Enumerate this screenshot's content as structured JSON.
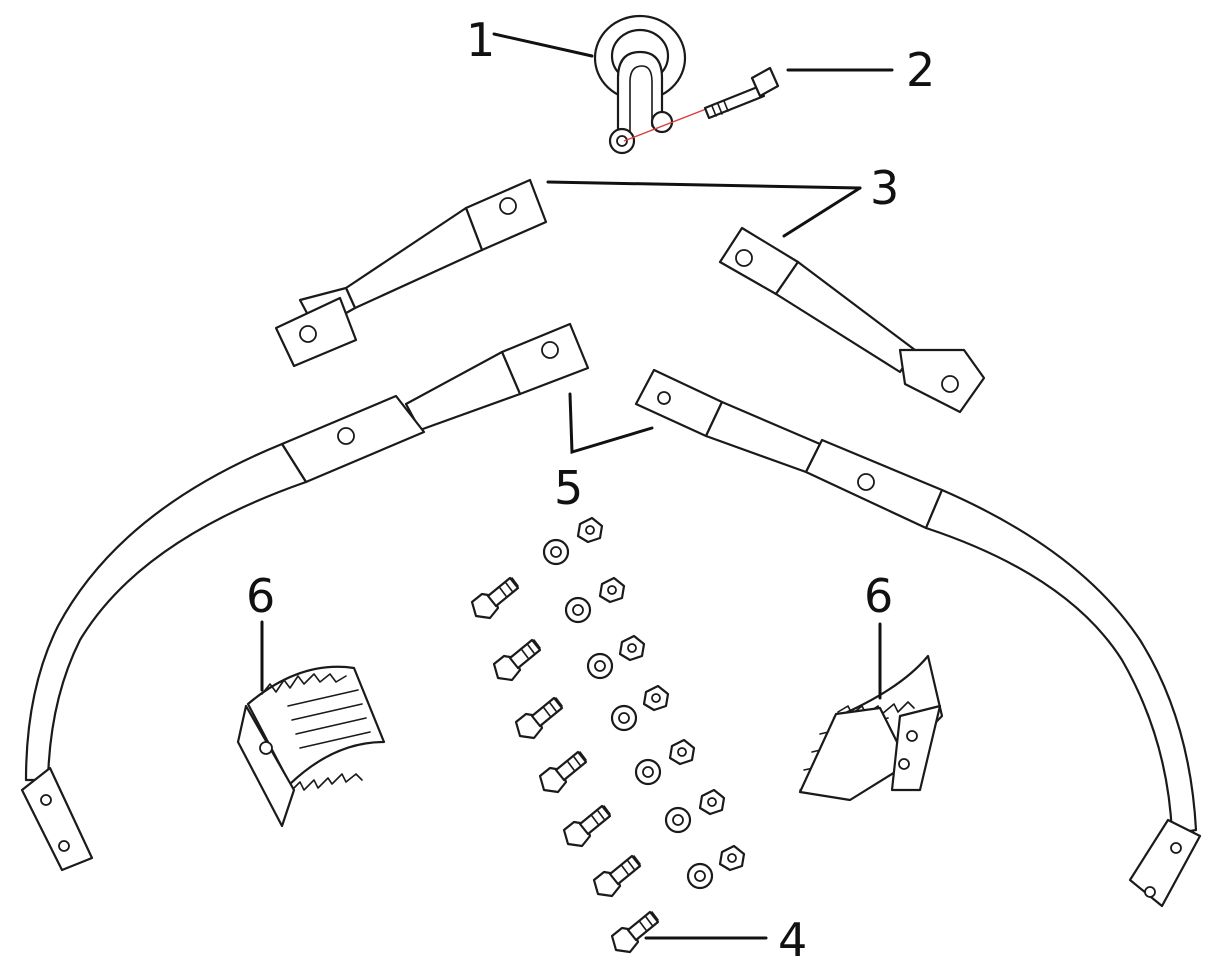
{
  "callouts": {
    "c1": "1",
    "c2": "2",
    "c3": "3",
    "c4": "4",
    "c5": "5",
    "c6_left": "6",
    "c6_right": "6"
  },
  "colors": {
    "line": "#1a1a1a",
    "background": "#ffffff",
    "accent_red": "#d94040"
  }
}
